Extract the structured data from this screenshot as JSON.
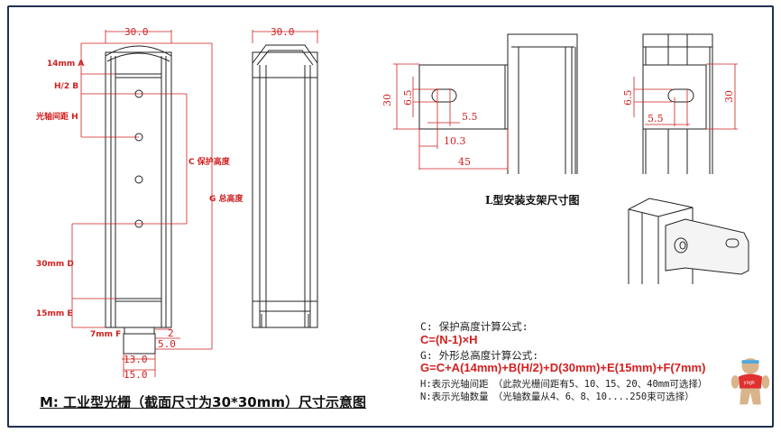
{
  "caption": "M: 工业型光栅（截面尺寸为30*30mm）尺寸示意图",
  "front_view": {
    "width_dim": "30.0",
    "labels": {
      "a": "14mm A",
      "b": "H/2 B",
      "h": "光轴间距 H",
      "c": "C 保护高度",
      "g": "G 总高度",
      "d": "30mm D",
      "e": "15mm E",
      "f": "7mm F"
    },
    "connector_dims": [
      "2",
      "5.0",
      "13.0",
      "15.0"
    ]
  },
  "side_view": {
    "width_dim": "30.0"
  },
  "bracket": {
    "title": "L型安装支架尺寸图",
    "view1_dims": [
      "30",
      "6.5",
      "5.5",
      "10.3",
      "45"
    ],
    "view2_dims": [
      "6.5",
      "5.5",
      "30"
    ]
  },
  "formulas": {
    "c_label": "C: 保护高度计算公式:",
    "c_formula": "C=(N-1)×H",
    "g_label": "G: 外形总高度计算公式:",
    "g_formula": "G=C+A(14mm)+B(H/2)+D(30mm)+E(15mm)+F(7mm)",
    "h_note": "H:表示光轴间距　（此款光栅间距有5、10、15、20、40mm可选择）",
    "n_note": "N:表示光轴数量　（光轴数量从4、6、8、10....250束可选择）"
  },
  "mascot_text": "yagk",
  "colors": {
    "dimension": "#d02020",
    "frame": "#1f2f4f"
  }
}
